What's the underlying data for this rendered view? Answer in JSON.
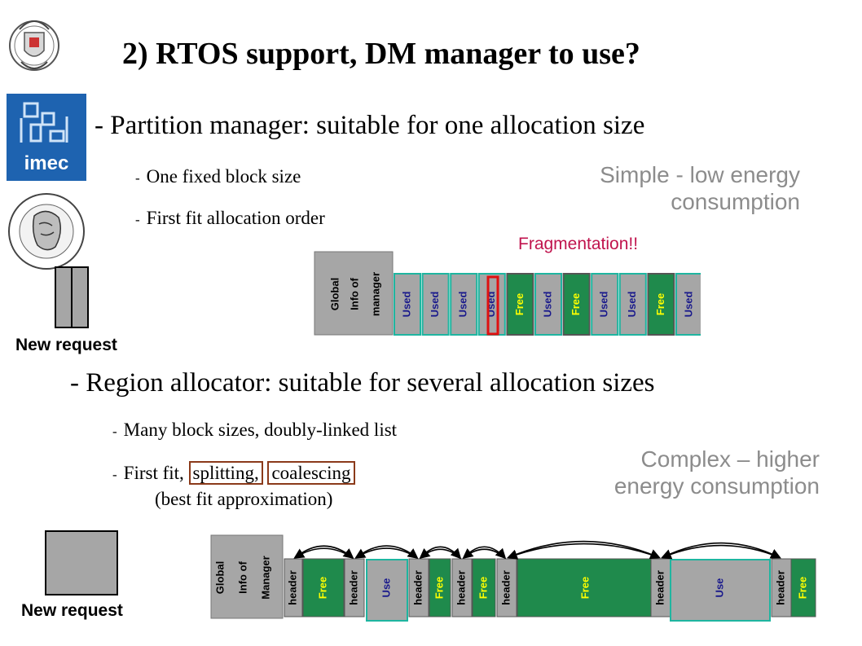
{
  "title": "2) RTOS support, DM manager to use?",
  "partition": {
    "heading": "- Partition manager: suitable for one allocation size",
    "bullets": [
      {
        "dash": "-",
        "text": "One fixed block size"
      },
      {
        "dash": "-",
        "text": "First fit allocation order"
      }
    ],
    "note_line1": "Simple - low energy",
    "note_line2": "consumption",
    "fragmentation": "Fragmentation!!",
    "new_request": "New request",
    "global_info": [
      "Global",
      "Info of",
      "manager"
    ],
    "blocks": [
      "Used",
      "Used",
      "Used",
      "Used",
      "Free",
      "Used",
      "Free",
      "Used",
      "Used",
      "Free",
      "Used"
    ]
  },
  "region": {
    "heading": "- Region allocator: suitable for several allocation sizes",
    "bullet1": {
      "dash": "-",
      "text": "Many block sizes, doubly-linked list"
    },
    "bullet2": {
      "dash": "-",
      "before": "First fit,",
      "splitting": "splitting,",
      "coalescing": "coalescing"
    },
    "bullet2_sub": "(best fit approximation)",
    "note_line1": "Complex – higher",
    "note_line2": "energy consumption",
    "new_request": "New request",
    "global_info": [
      "Global",
      "Info of",
      "Manager"
    ],
    "blocks": [
      "header",
      "Free",
      "header",
      "Use",
      "header",
      "Free",
      "header",
      "Free",
      "header",
      "Free",
      "header",
      "Use",
      "header",
      "Free"
    ]
  },
  "colors": {
    "used_text": "#1a1a8c",
    "free_text": "#ffff00",
    "free_fill": "#1f8a4c",
    "block_gray": "#a6a6a6",
    "teal": "#1fb5a0",
    "highlight_red": "#e01010",
    "box_brown": "#8b3a1a"
  },
  "logos": [
    "ucm-crest-logo",
    "imec-logo",
    "duth-seal-logo"
  ]
}
